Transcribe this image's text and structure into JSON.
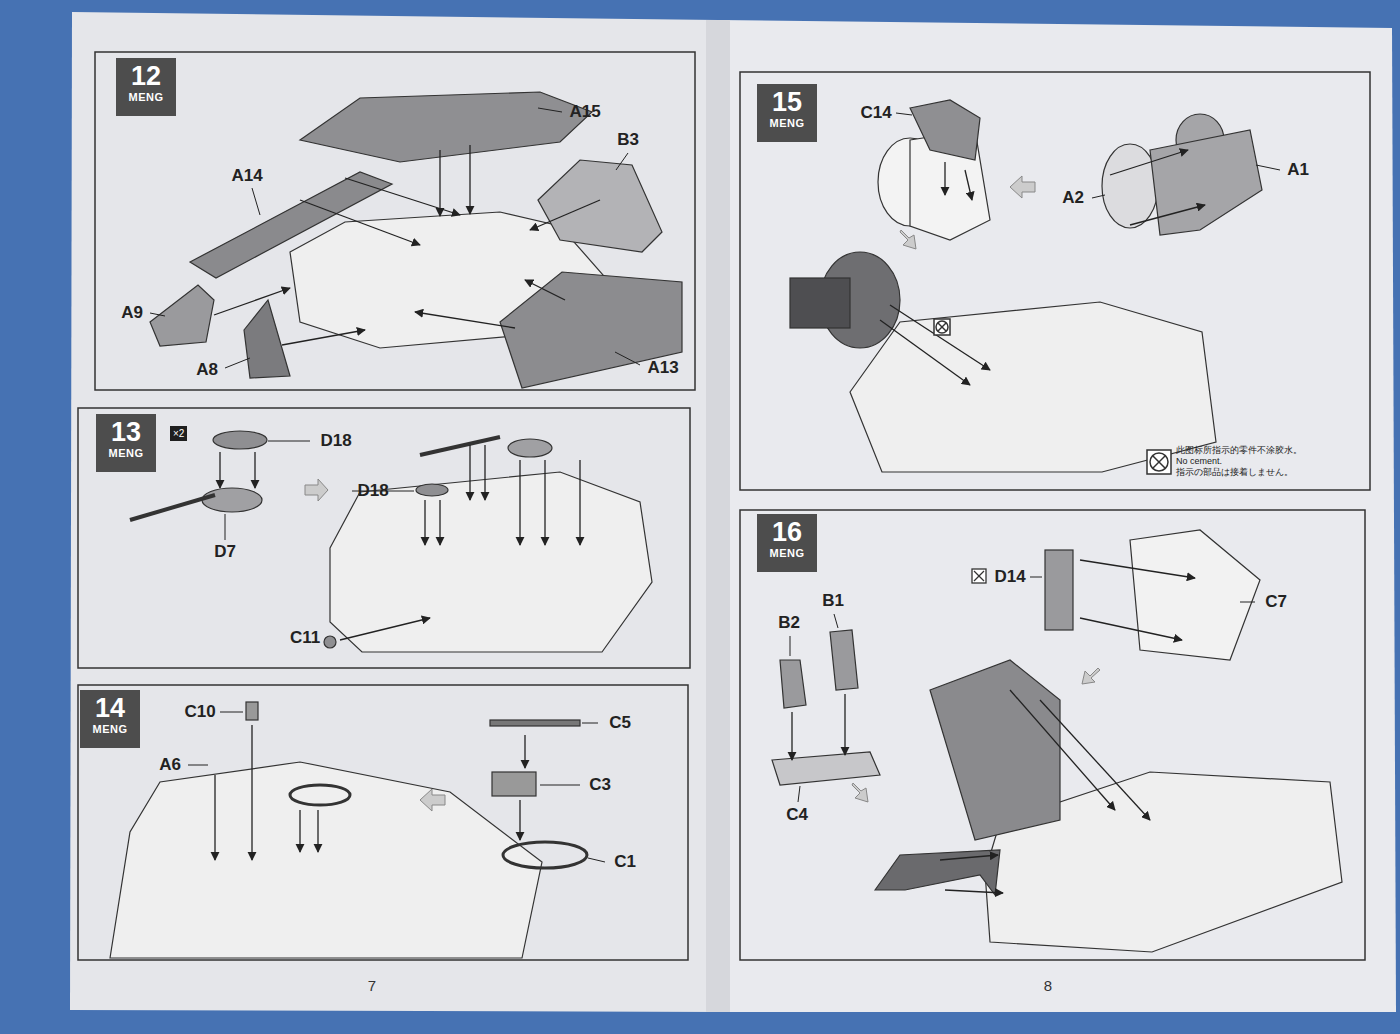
{
  "diagram": {
    "nodes": [
      {
        "text": [
          "12",
          "MENG"
        ]
      },
      {
        "text": [
          "13",
          "MENG"
        ]
      },
      {
        "text": [
          "×2"
        ]
      },
      {
        "text": [
          "14",
          "MENG"
        ]
      },
      {
        "text": [
          "15",
          "MENG"
        ]
      },
      {
        "text": [
          "16",
          "MENG"
        ]
      }
    ],
    "labels": [
      "A15",
      "B3",
      "A14",
      "A9",
      "A8",
      "A13",
      "D18",
      "D7",
      "D18",
      "C11",
      "C10",
      "A6",
      "C5",
      "C3",
      "C1",
      "C14",
      "A1",
      "A2",
      "此图标所指示的零件不涂胶水。",
      "No cement.",
      "指示の部品は接着しません。",
      "D14",
      "B1",
      "B2",
      "C7",
      "C4",
      "7",
      "8"
    ]
  }
}
